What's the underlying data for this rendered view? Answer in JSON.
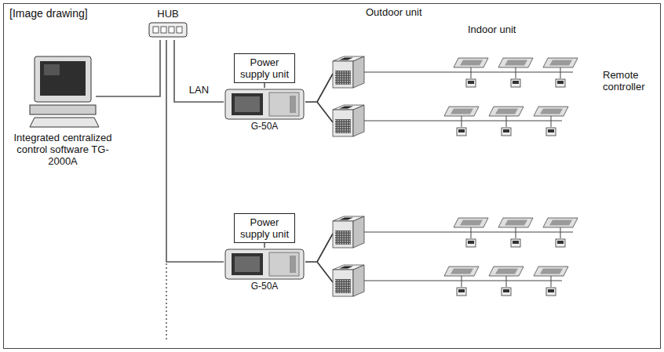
{
  "diagram": {
    "nodes": [
      {
        "text": [
          "Integrated centralized control software TG-2000A"
        ]
      },
      {
        "text": [
          "HUB"
        ]
      },
      {
        "text": [
          "Power supply unit"
        ]
      },
      {
        "text": [
          "G-50A"
        ]
      },
      {
        "text": [
          "Power supply unit"
        ]
      },
      {
        "text": [
          "G-50A"
        ]
      }
    ],
    "edges": [
      {
        "from": 0,
        "to": 1,
        "arrow": "none"
      },
      {
        "from": 1,
        "to": 3,
        "label": "LAN",
        "arrow": "none"
      },
      {
        "from": 1,
        "to": 5,
        "arrow": "none"
      },
      {
        "from": 2,
        "to": 3,
        "arrow": "none"
      },
      {
        "from": 4,
        "to": 5,
        "arrow": "none"
      }
    ],
    "labels": [
      "[Image drawing]",
      "Outdoor unit",
      "Indoor unit",
      "Remote controller"
    ]
  }
}
